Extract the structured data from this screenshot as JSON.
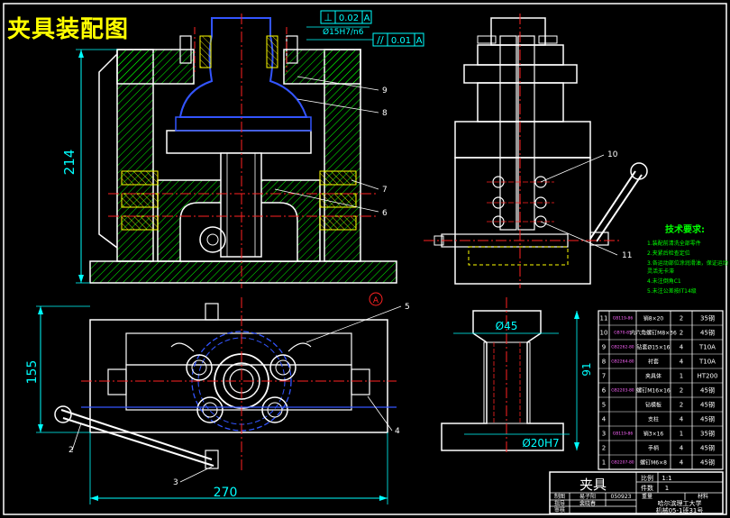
{
  "title": "夹具装配图",
  "dimensions": {
    "height_main": "214",
    "height_plan": "155",
    "width_plan": "270",
    "height_side": "91",
    "dia_top": "Ø45",
    "dia_bottom": "Ø20H7"
  },
  "tolerances": {
    "perp_value": "0.02",
    "perp_datum": "A",
    "para_value": "0.01",
    "para_datum": "A",
    "fit": "Ø15H7/n6"
  },
  "datum_marker": "A",
  "balloons": [
    "9",
    "8",
    "7",
    "6",
    "10",
    "11",
    "5",
    "4",
    "3",
    "2"
  ],
  "tech_req": {
    "heading": "技术要求:",
    "lines": [
      "1.装配前清洗全部零件",
      "2.夹紧后检查定位",
      "3.各运动部位涂润滑油，保证运动",
      "   灵活无卡滞",
      "4.未注倒角C1",
      "5.未注公差按IT14级"
    ]
  },
  "bom_rows": [
    {
      "no": "11",
      "code": "GB119-86",
      "name": "销8×20",
      "qty": "2",
      "mat": "35钢"
    },
    {
      "no": "10",
      "code": "GB70-85",
      "name": "内六角螺钉M8×36",
      "qty": "2",
      "mat": "45钢"
    },
    {
      "no": "9",
      "code": "GB2262-80",
      "name": "钻套Ø15×16",
      "qty": "4",
      "mat": "T10A"
    },
    {
      "no": "8",
      "code": "GB2264-80",
      "name": "衬套",
      "qty": "4",
      "mat": "T10A"
    },
    {
      "no": "7",
      "code": "",
      "name": "夹具体",
      "qty": "1",
      "mat": "HT200"
    },
    {
      "no": "6",
      "code": "GB2203-80",
      "name": "螺钉M16×16",
      "qty": "2",
      "mat": "45钢"
    },
    {
      "no": "5",
      "code": "",
      "name": "钻模板",
      "qty": "2",
      "mat": "45钢"
    },
    {
      "no": "4",
      "code": "",
      "name": "支柱",
      "qty": "4",
      "mat": "45钢"
    },
    {
      "no": "3",
      "code": "GB119-86",
      "name": "销3×16",
      "qty": "1",
      "mat": "35钢"
    },
    {
      "no": "2",
      "code": "",
      "name": "手柄",
      "qty": "4",
      "mat": "45钢"
    },
    {
      "no": "1",
      "code": "GB2207-80",
      "name": "螺钉M6×8",
      "qty": "4",
      "mat": "45钢"
    }
  ],
  "title_block": {
    "name": "夹具",
    "scale_label": "比例",
    "scale_value": "1:1",
    "count_label": "件数",
    "count_value": "1",
    "draw_label": "制图",
    "drawer": "易子阳",
    "drawing_no": "050923",
    "weight_label": "重量",
    "material_label": "材料",
    "check_label": "指导",
    "checker": "裴晓春",
    "review_label": "审核",
    "school": "哈尔滨理工大学",
    "class": "机械05-1班31号"
  },
  "colors": {
    "background": "#000000",
    "outline": "#ffffff",
    "hatch": "#00ff00",
    "centerline": "#ff0000",
    "hidden": "#0000ff",
    "dimension": "#00ffff",
    "title": "#ffff00",
    "detail": "#ff00ff"
  }
}
